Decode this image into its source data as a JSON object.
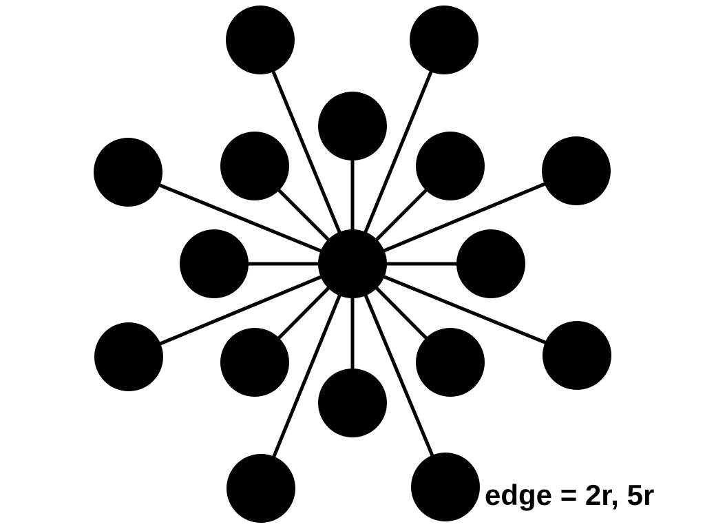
{
  "diagram": {
    "type": "star-graph",
    "hub": "center",
    "inner_ring_count": 8,
    "outer_ring_count": 8,
    "node_color": "#000000",
    "edge_color": "#000000",
    "caption": "edge = 2r, 5r"
  }
}
